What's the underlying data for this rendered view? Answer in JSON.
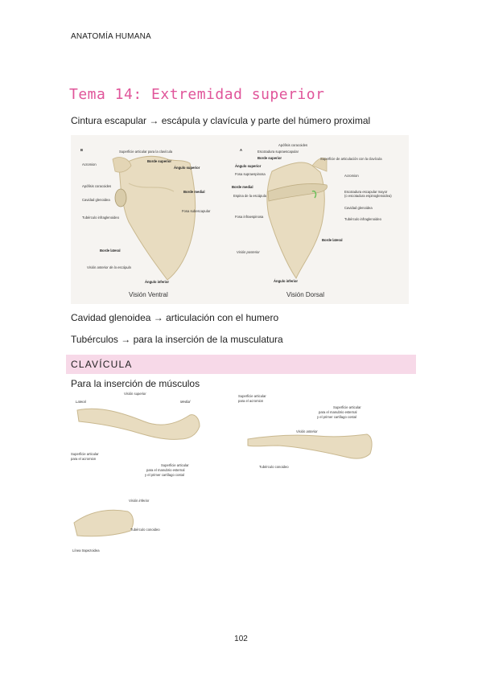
{
  "header": "ANATOMÍA HUMANA",
  "title": "Tema 14: Extremidad superior",
  "lines": {
    "l1": "Cintura escapular → escápula y clavícula y parte del húmero proximal",
    "l2": "Cavidad glenoidea → articulación con el humero",
    "l3": "Tubérculos → para la inserción de la musculatura",
    "l4": "Para la inserción de músculos"
  },
  "section": "CLAVÍCULA",
  "page_number": "102",
  "fig_scapula": {
    "panel_b": "B",
    "panel_a": "A",
    "ventral": {
      "labels": [
        "Superficie articular para la clavícula",
        "Borde superior",
        "Ángulo superior",
        "Acromion",
        "Apófisis coracoides",
        "Cavidad glenoidea",
        "Tubérculo infraglenoideo",
        "Borde medial",
        "Fosa subescapular",
        "Borde lateral",
        "Visión anterior de la escápula",
        "Ángulo inferior"
      ],
      "caption": "Visión Ventral"
    },
    "dorsal": {
      "labels": [
        "Apófisis coracoides",
        "Escotadura supraescapular",
        "Borde superior",
        "Ángulo superior",
        "Fosa supraespinosa",
        "Borde medial",
        "Espina de la escápula",
        "Fosa infraespinosa",
        "Superficie de articulación con la clavícula",
        "Acromion",
        "Escotadura escapular mayor",
        "(o escotadura espinoglenoidea)",
        "Cavidad glenoidea",
        "Tubérculo infraglenoideo",
        "Borde lateral",
        "Visión posterior",
        "Ángulo inferior"
      ],
      "caption": "Visión Dorsal"
    }
  },
  "fig_clavicle": {
    "superior": [
      "Visión superior",
      "Lateral",
      "Medial",
      "Superficie articular",
      "para el acromion",
      "Superficie articular",
      "para el manubrio esternal",
      "y el primer cartílago costal"
    ],
    "anterior": [
      "Superficie articular",
      "para el acromion",
      "Superficie articular",
      "para el manubrio esternal",
      "y el primer cartílago costal",
      "Visión anterior",
      "Tubérculo conoideo"
    ],
    "inferior": [
      "Visión inferior",
      "Tubérculo conoideo",
      "Línea trapezoidea"
    ]
  },
  "colors": {
    "title": "#e0559a",
    "section_bar": "#f7d9e8",
    "bone": "#e8dcc0",
    "bone_shadow": "#c9b88f"
  }
}
